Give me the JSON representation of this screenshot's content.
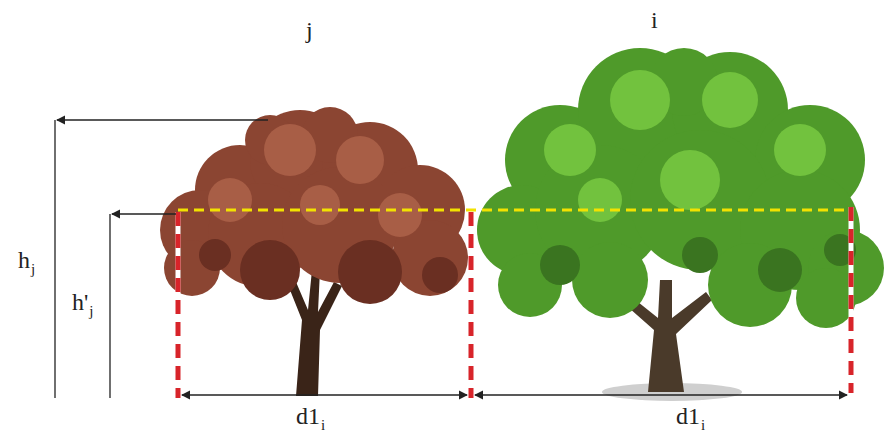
{
  "diagram": {
    "labels": [
      "j",
      "i",
      "h",
      "j",
      "h'",
      "j",
      "d1",
      "i",
      "d1",
      "i"
    ]
  }
}
